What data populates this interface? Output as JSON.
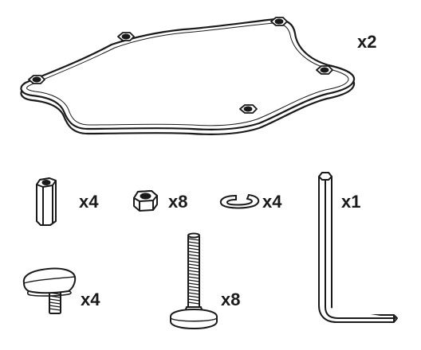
{
  "parts": {
    "plate": {
      "icon": "mounting-plate-icon",
      "quantity": "x2"
    },
    "spacer": {
      "icon": "hex-spacer-icon",
      "quantity": "x4"
    },
    "nut": {
      "icon": "hex-nut-icon",
      "quantity": "x8"
    },
    "washer": {
      "icon": "split-washer-icon",
      "quantity": "x4"
    },
    "hex_key": {
      "icon": "hex-key-icon",
      "quantity": "x1"
    },
    "thumb_screw": {
      "icon": "thumb-screw-icon",
      "quantity": "x4"
    },
    "bolt": {
      "icon": "carriage-bolt-icon",
      "quantity": "x8"
    }
  },
  "colors": {
    "line": "#1a1a1a",
    "fill": "#ffffff",
    "shade": "#d9d9d9"
  }
}
